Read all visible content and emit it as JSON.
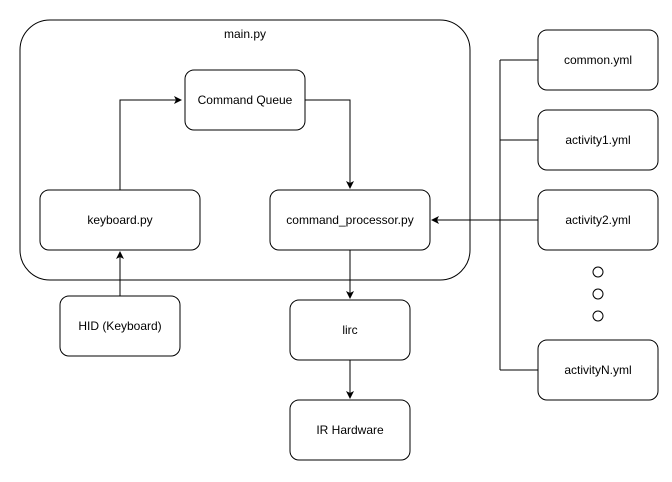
{
  "container": {
    "title": "main.py"
  },
  "nodes": {
    "command_queue": "Command Queue",
    "keyboard": "keyboard.py",
    "command_processor": "command_processor.py",
    "hid": "HID (Keyboard)",
    "lirc": "lirc",
    "ir_hardware": "IR Hardware",
    "common_yml": "common.yml",
    "activity1_yml": "activity1.yml",
    "activity2_yml": "activity2.yml",
    "activityN_yml": "activityN.yml"
  },
  "ellipsis_dots": 3
}
